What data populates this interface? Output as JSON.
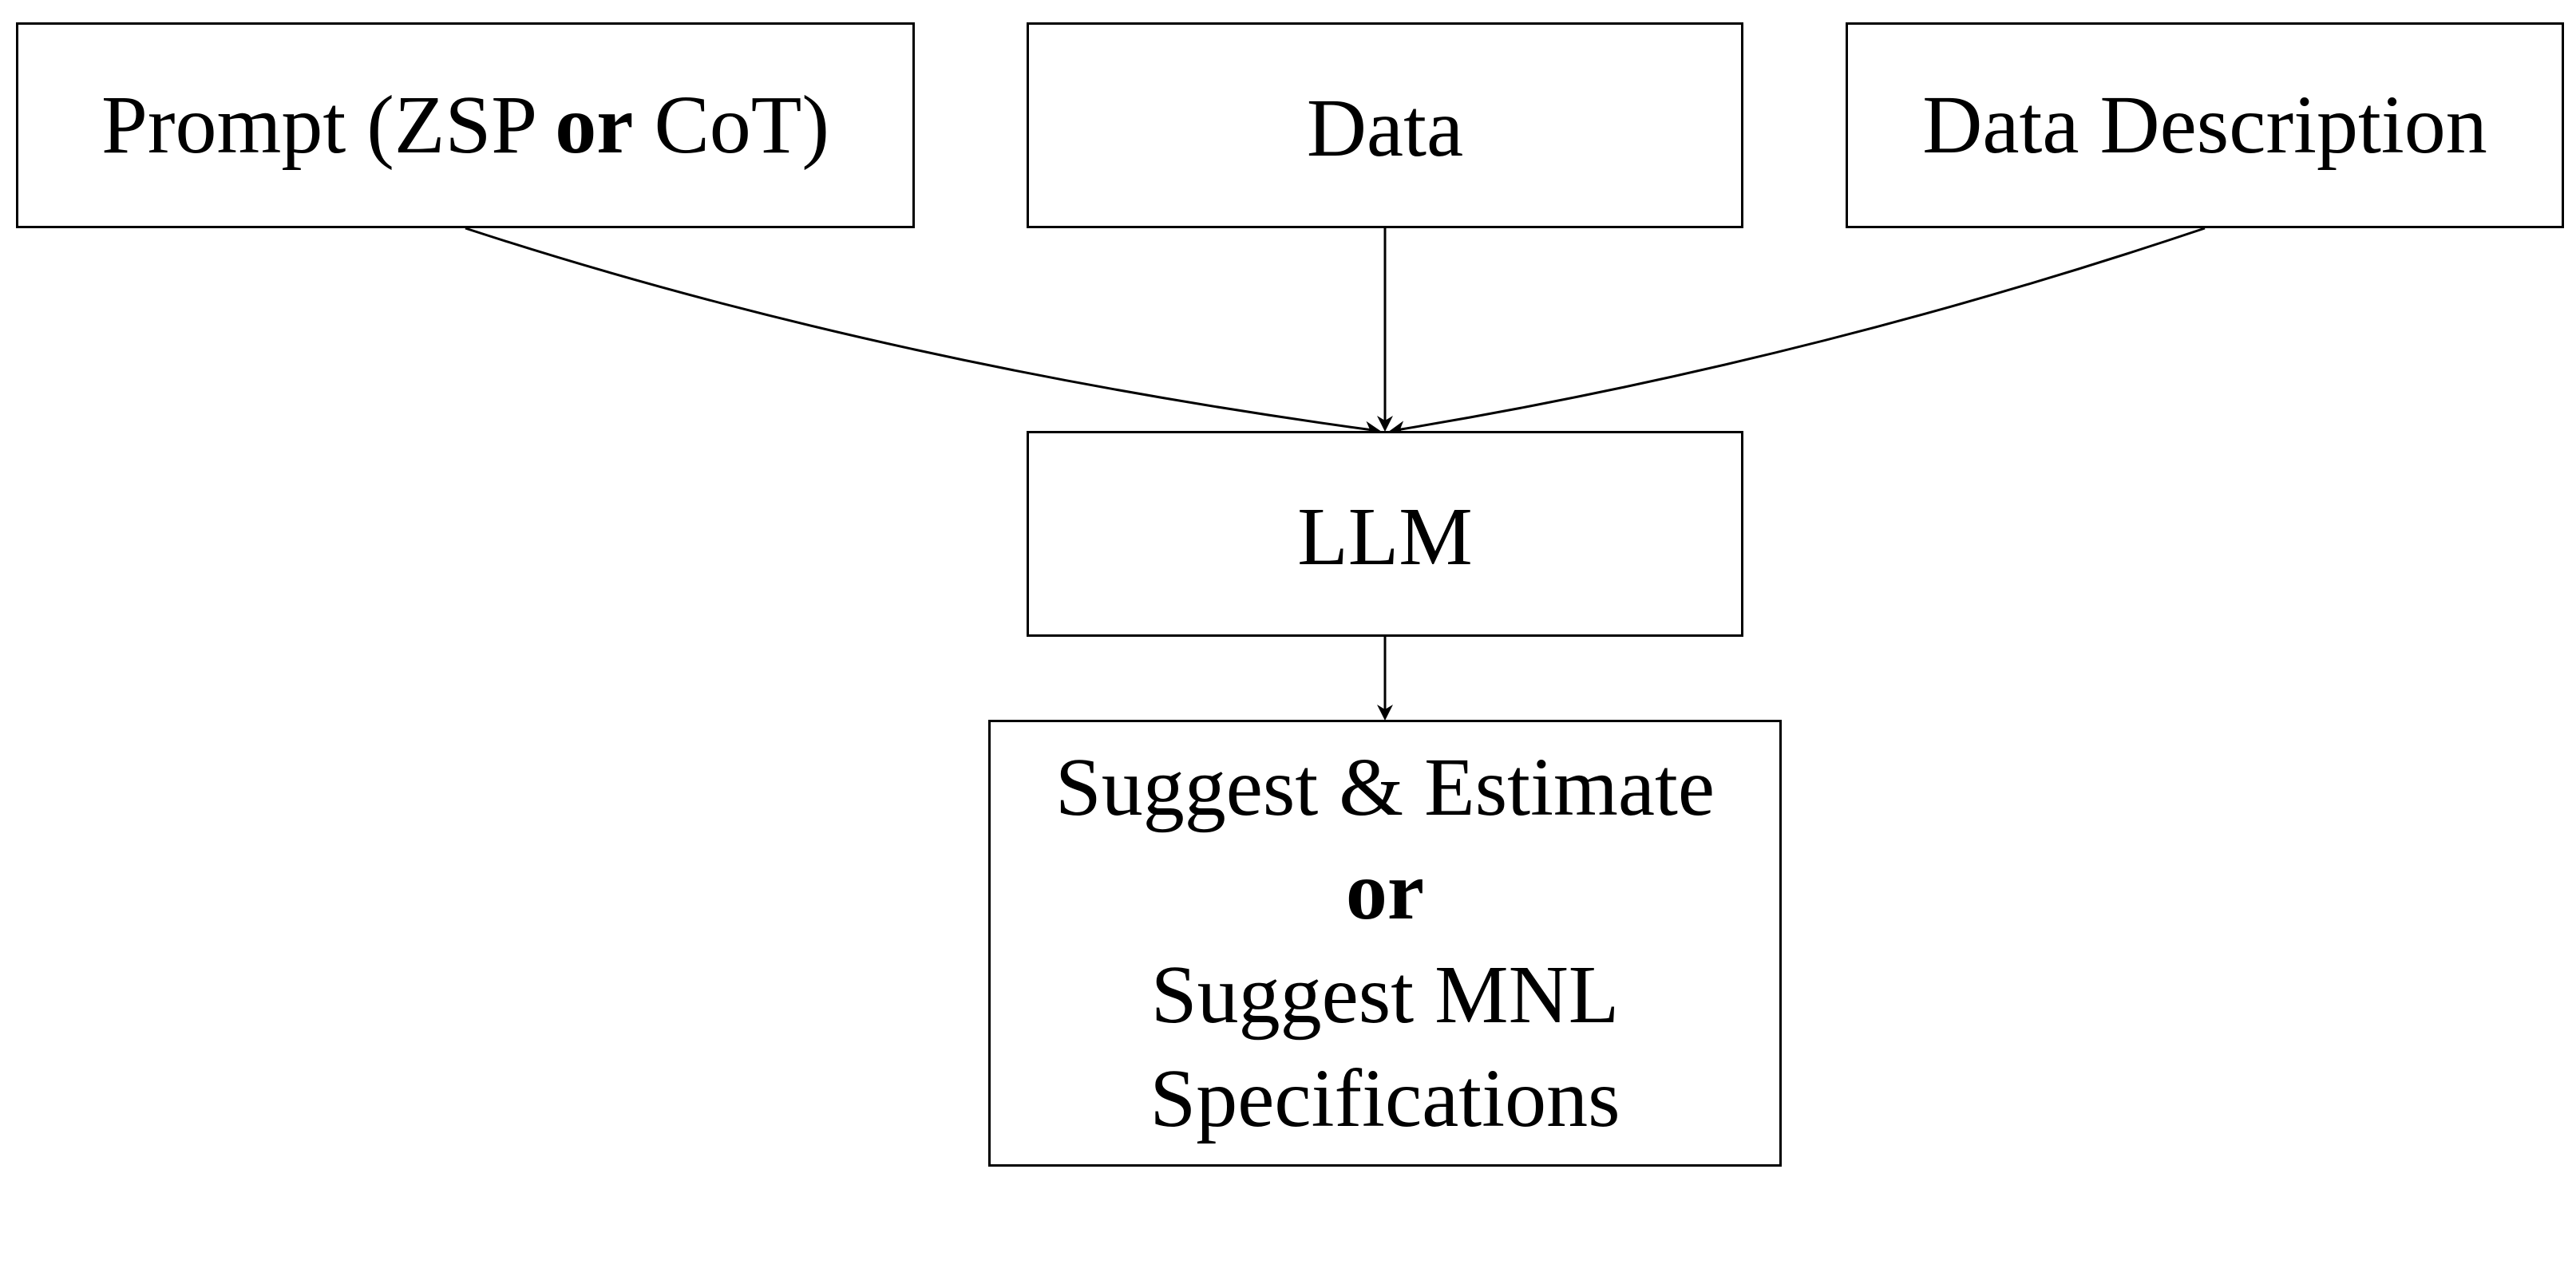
{
  "diagram": {
    "nodes": {
      "prompt": {
        "prefix": "Prompt (ZSP ",
        "connector": "or",
        "suffix": " CoT)"
      },
      "data": {
        "label": "Data"
      },
      "data_description": {
        "label": "Data Description"
      },
      "llm": {
        "label": "LLM"
      },
      "output": {
        "line1": "Suggest & Estimate",
        "line2": "or",
        "line3": "Suggest MNL",
        "line4": "Specifications"
      }
    },
    "edges": [
      {
        "from": "prompt",
        "to": "llm"
      },
      {
        "from": "data",
        "to": "llm"
      },
      {
        "from": "data_description",
        "to": "llm"
      },
      {
        "from": "llm",
        "to": "output"
      }
    ],
    "colors": {
      "stroke": "#000000",
      "background": "#ffffff"
    }
  }
}
